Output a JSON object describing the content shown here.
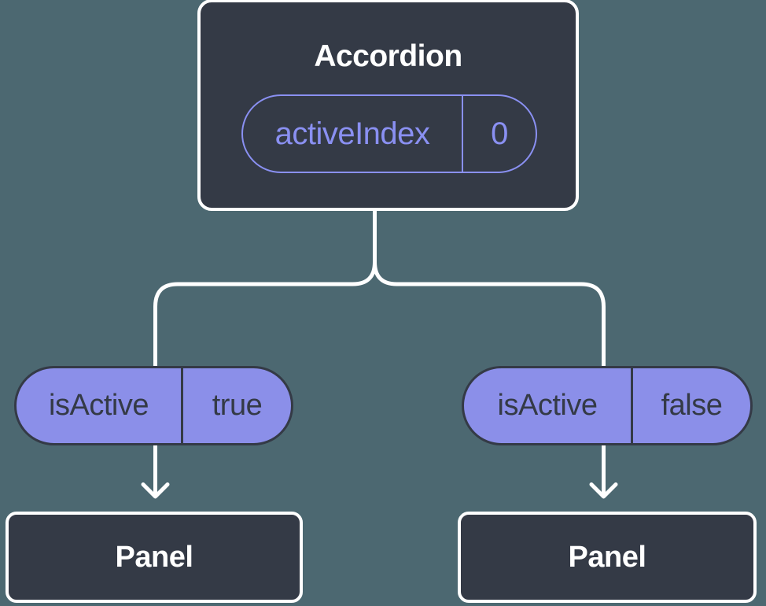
{
  "diagram": {
    "root": {
      "title": "Accordion",
      "state_pill": {
        "label": "activeIndex",
        "value": "0"
      }
    },
    "branches": [
      {
        "prop_pill": {
          "label": "isActive",
          "value": "true"
        },
        "child": {
          "title": "Panel"
        }
      },
      {
        "prop_pill": {
          "label": "isActive",
          "value": "false"
        },
        "child": {
          "title": "Panel"
        }
      }
    ]
  },
  "colors": {
    "background": "#4c6871",
    "node_fill": "#343a46",
    "node_border": "#ffffff",
    "pill_fill": "#8b8fe9",
    "pill_accent": "#8a90f2",
    "pill_text_dark": "#343a46",
    "connector": "#ffffff"
  }
}
